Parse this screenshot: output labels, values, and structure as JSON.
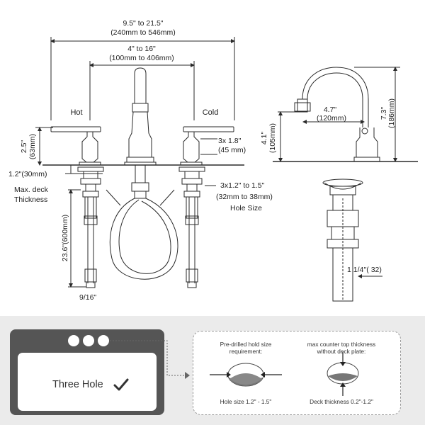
{
  "dimensions": {
    "outer_spread": "9.5\" to 21.5\"",
    "outer_spread_mm": "(240mm to 546mm)",
    "inner_spread": "4\" to 16\"",
    "inner_spread_mm": "(100mm to 406mm)",
    "handle_height": "2.5\"",
    "handle_height_mm": "(63mm)",
    "deck_thickness": "1.2\"(30mm)",
    "deck_caption_1": "Max. deck",
    "deck_caption_2": "Thickness",
    "hose_length": "23.6\"(600mm)",
    "connector_size": "9/16\"",
    "valve_count_inch": "3x 1.8\"",
    "valve_count_mm": "(45 mm)",
    "hole_size": "3x1.2\" to 1.5\"",
    "hole_size_mm": "(32mm to 38mm)",
    "hole_size_caption": "Hole Size",
    "spout_height": "4.1\"",
    "spout_height_mm": "(105mm)",
    "spout_reach": "4.7\"",
    "spout_reach_mm": "(120mm)",
    "total_height": "7.3\"",
    "total_height_mm": "(186mm)",
    "drain_size": "1 1/4′′( 32)"
  },
  "labels": {
    "hot": "Hot",
    "cold": "Cold"
  },
  "bottom": {
    "three_hole": "Three Hole",
    "predrilled_line1": "Pre-drilled hold size",
    "predrilled_line2": "requirement:",
    "hole_size_range": "Hole size 1.2\" - 1.5\"",
    "max_counter_line1": "max counter top thickness",
    "max_counter_line2": "without deck plate:",
    "deck_thickness_range": "Deck thickness 0.2\"-1.2\""
  },
  "colors": {
    "line": "#2a2a2a",
    "sink_frame": "#555555",
    "panel_bg": "#ebebeb"
  }
}
